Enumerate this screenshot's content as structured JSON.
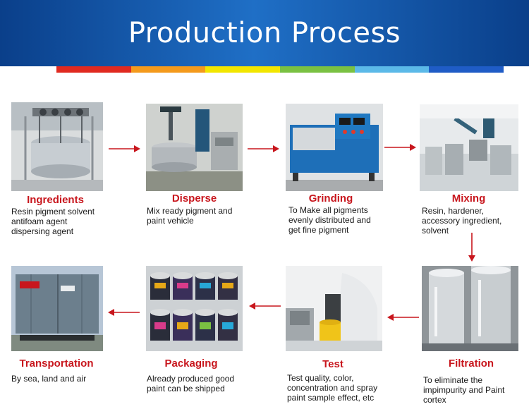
{
  "header": {
    "title": "Production Process",
    "stripe_colors": [
      "#e02a20",
      "#f49a1c",
      "#f2e600",
      "#7ac142",
      "#5bb9e8",
      "#1f5cc6"
    ]
  },
  "accent_color": "#c8161d",
  "steps": [
    {
      "title": "Ingredients",
      "description": "Resin  pigment  solvent\nantifoam agent\ndispersing agent",
      "photo": "ingredients-tanks-photo"
    },
    {
      "title": "Disperse",
      "description": "Mix ready pigment and\npaint vehicle",
      "photo": "dispersing-machine-photo"
    },
    {
      "title": "Grinding",
      "description": "To Make all pigments\nevenly distributed and\nget fine pigment",
      "photo": "grinding-mill-photo"
    },
    {
      "title": "Mixing",
      "description": "Resin, hardener,\naccessory ingredient,\nsolvent",
      "photo": "mixing-lab-photo"
    },
    {
      "title": "Filtration",
      "description": "To eliminate the\nimpimpurity and Paint\ncortex",
      "photo": "filtration-tanks-photo"
    },
    {
      "title": "Test",
      "description": "Test quality, color,\nconcentration and spray\npaint sample effect, etc",
      "photo": "spray-test-photo"
    },
    {
      "title": "Packaging",
      "description": "Already produced good\npaint can be shipped",
      "photo": "paint-cans-photo"
    },
    {
      "title": "Transportation",
      "description": "By sea, land and air",
      "photo": "shipping-container-photo"
    }
  ]
}
